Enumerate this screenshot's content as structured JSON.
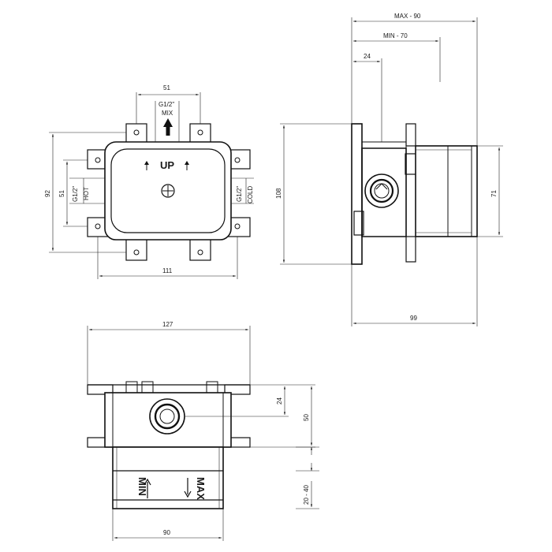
{
  "front_view": {
    "dim_top": "51",
    "dim_bottom": "111",
    "dim_left_outer": "92",
    "dim_left_inner": "51",
    "mix_size": "G1/2\"",
    "mix_label": "MIX",
    "up_label": "UP",
    "hot_size": "G1/2\"",
    "hot_label": "HOT",
    "cold_size": "G1/2\"",
    "cold_label": "COLD"
  },
  "side_view": {
    "dim_max": "MAX - 90",
    "dim_min": "MIN - 70",
    "dim_offset": "24",
    "dim_height": "108",
    "dim_right": "71",
    "dim_bottom": "99"
  },
  "bottom_view": {
    "dim_top": "127",
    "dim_bottom": "90",
    "dim_24": "24",
    "dim_50": "50",
    "dim_range": "20 - 40",
    "min_label": "MIN",
    "max_label": "MAX"
  }
}
